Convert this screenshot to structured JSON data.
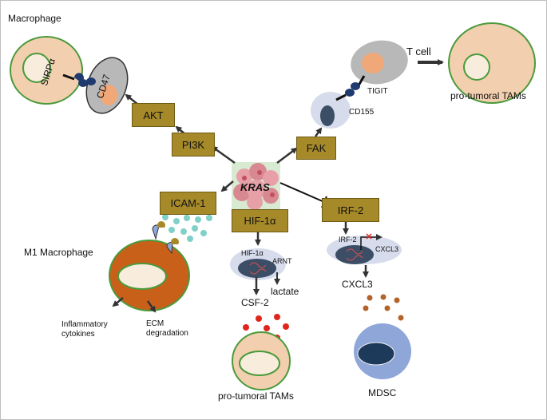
{
  "labels": {
    "macrophage": "Macrophage",
    "sirpa": "SIRPα",
    "cd47": "CD47",
    "t_cell": "T cell",
    "tigit": "TIGIT",
    "cd155": "CD155",
    "pro_tumoral_tams_top": "pro-tumoral TAMs",
    "m1_macrophage": "M1 Macrophage",
    "inflammatory_cytokines": "Inflammatory\ncytokines",
    "ecm_degradation": "ECM\ndegradation",
    "hif1a_small": "HIF-1α",
    "arnt": "ARNT",
    "csf2": "CSF-2",
    "lactate": "lactate",
    "pro_tumoral_tams_bottom": "pro-tumoral TAMs",
    "irf2_small": "IRF-2",
    "cxcl3_small": "CXCL3",
    "cxcl3": "CXCL3",
    "mdsc": "MDSC",
    "kras": "KRAS"
  },
  "boxes": {
    "akt": "AKT",
    "pi3k": "PI3K",
    "fak": "FAK",
    "icam1": "ICAM-1",
    "hif1a": "HIF-1α",
    "irf2": "IRF-2"
  },
  "colors": {
    "box_fill": "#a68a2a",
    "cell_fill": "#f2cfae",
    "cell_border": "#4a9a3c",
    "nucleus_fill": "#f8ecdc",
    "m1_fill": "#c8601a",
    "mdsc_fill": "#8ea6d8",
    "mdsc_nucleus": "#1e3a5a",
    "receptor_blue": "#1e3a6e",
    "grey_cell": "#b8b8b8",
    "orange_nucleus": "#f0a878",
    "dna_oval": "#d6dcec",
    "dna_core": "#3c4e66",
    "cyan_dots": "#7fd0c8",
    "red_dots": "#e0261c",
    "brown_dots": "#b4622a",
    "arrow": "#333333"
  }
}
